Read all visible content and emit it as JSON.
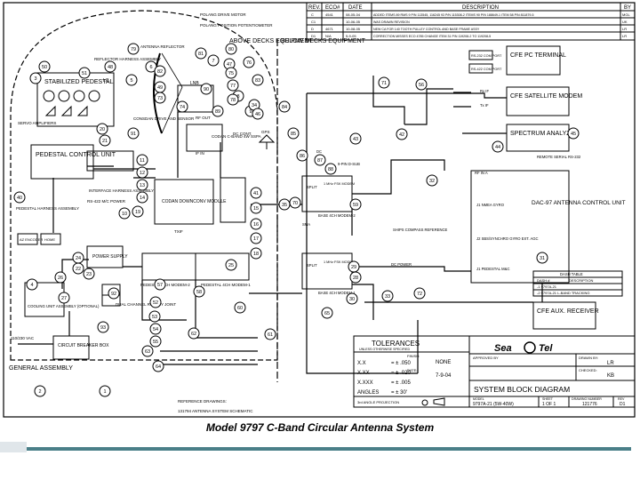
{
  "revisions": {
    "headers": [
      "REV.",
      "ECO#",
      "DATE",
      "DESCRIPTION",
      "BY"
    ],
    "rows": [
      {
        "rev": "C",
        "eco": "4541",
        "date": "08-05-04",
        "desc": "ADDED ITEMS 89 RMS 9 P/N 113545, 116245 93 P/N 115308-2 ITEMS 90 P/N 188649-1 ITEM 58 P/N 811879-5",
        "by": "MGL"
      },
      {
        "rev": "C1",
        "eco": "",
        "date": "10-06-05",
        "desc": "WAS DRAWN REVISION",
        "by": "UK"
      },
      {
        "rev": "D",
        "eco": "4671",
        "date": "10-08-05",
        "desc": "NEW CA FOR 140 TOOTH PULLEY CONTROL AND BASE FRAME ASSY",
        "by": "LR"
      },
      {
        "rev": "D1",
        "eco": "N/A",
        "date": "5-9-05",
        "desc": "CORRECTION MISSES ECO 4785 CHANGE ITEM 31 P/N 119208-2 TO 119208-5",
        "by": "LR"
      }
    ]
  },
  "zones": {
    "above": "ABOVE DECKS EQUIPMENT",
    "below": "BELOW DECKS EQUIPMENT",
    "general": "GENERAL ASSEMBLY"
  },
  "blocks": {
    "pedestal": "STABILIZED PEDESTAL",
    "pcu": "PEDESTAL CONTROL UNIT",
    "pc": "CFE PC TERMINAL",
    "modem": "CFE SATELLITE MODEM",
    "spectrum": "SPECTRUM ANALYZER",
    "acu": "DAC-97 ANTENNA CONTROL UNIT",
    "receiver": "CFE AUX. RECEIVER",
    "power": "POWER SUPPLY",
    "cooling": "COOLING UNIT ASSEMBLY (OPTIONAL)",
    "breaker": "CIRCUIT BREAKER BOX",
    "odu": "CODAN DOWNCONV MODULE",
    "rotary": "DUAL CHANNEL ROTARY JOINT",
    "base_modem_2": "BASE 4CH MODEM-2",
    "base_modem_1": "BASE 4CH MODEM-1",
    "ped_modem_2": "PEDESTAL 4CH MODEM-2",
    "ped_modem_1": "PEDESTAL 4CH MODEM-1"
  },
  "labels": {
    "polang_motor": "POLANG DRIVE MOTOR",
    "polang_pot": "POLANG POSITION POTENTIOMETER",
    "reflector": "ANTENNA REFLECTOR",
    "harness": "REFLECTOR HARNESS ASSEMBLY",
    "servo": "SERVO AMPLIFIERS",
    "lnb": "LNB",
    "lc": "LC",
    "ped_harness": "PEDESTAL HARNESS ASSEMBLY",
    "az": "AZ ENCODER",
    "home": "HOME",
    "rs422_ped": "RS-422 M/C POWER",
    "interface": "INTERFACE HARNESS ASSEMBLY",
    "codan_drive": "CONSDAN DRIVE AND SENSOR",
    "codan_4w": "CODAN C-BAND 4W SSPA",
    "ifin": "IF IN",
    "txout": "TXIF",
    "rfout": "RF OUT",
    "dc_cont": "DC CONT.",
    "gps": "GPS",
    "dc": "DC",
    "sma": "SMA",
    "split": "SPLIT",
    "fsk": "1 MHz FSK MODEM",
    "dc_power": "DC POWER",
    "ships_compass": "SHIPS COMPASS REFERENCE",
    "nmea": "J1 NMEA GYRO",
    "syncro": "J2 SBS/SYNCHRO GYRO EXT. AGC",
    "ped_m_c": "J1 PEDESTAL M&C",
    "rfin": "RF IN A",
    "remote": "REMOTE SERIAL RS-232",
    "rs232": "RS-232 COM PORT",
    "rs422": "RS-422 COM PORT",
    "ac_in": "110/230 VAC",
    "dash_table_title": "DASH TABLE",
    "dash_no": "DASH #",
    "desc": "DESCRIPTION",
    "dash_1": "-1  9797A-21",
    "dash_2": "-2  9797A-21  L-BAND TRACKING",
    "ref_drawings": "REFERENCE DRAWINGS:",
    "ref_1": "131794   ANTENNA SYSTEM SCHEMATIC",
    "rx_if": "Rx IF",
    "tx_if": "Tx IF",
    "pin9": "9-PIN D-SUB"
  },
  "tolerances": {
    "title": "TOLERANCES",
    "sub": "UNLESS OTHERWISE SPECIFIED",
    "rows": [
      {
        "k": "X.X",
        "v": "= ± .050"
      },
      {
        "k": "X.XX",
        "v": "= ± .020"
      },
      {
        "k": "X.XXX",
        "v": "= ± .005"
      },
      {
        "k": "ANGLES",
        "v": "= ± 30'"
      }
    ],
    "projection": "3rd ANGLE PROJECTION"
  },
  "title_block": {
    "finish_label": "FINISH:",
    "finish": "NONE",
    "date_label": "DATE:",
    "date": "7-9-04",
    "approved": "APPROVED BY",
    "drawn": "DRAWN BY:",
    "drawn_val": "LR",
    "checked": "CHECKED:",
    "checked_val": "KB",
    "title": "SYSTEM BLOCK DIAGRAM",
    "model_label": "MODEL",
    "model": "9797A-21 (5W-40W)",
    "sheet_label": "SHEET",
    "sheet": "1 OF 1",
    "dwg_label": "DRAWING NUMBER",
    "dwg": "121776",
    "rev_label": "REV",
    "rev": "D1",
    "brand_1": "Sea",
    "brand_2": "Tel"
  },
  "callouts": [
    "1",
    "2",
    "3",
    "4",
    "5",
    "6",
    "7",
    "8",
    "9",
    "10",
    "11",
    "12",
    "13",
    "14",
    "15",
    "16",
    "17",
    "18",
    "19",
    "20",
    "21",
    "22",
    "23",
    "24",
    "25",
    "26",
    "27",
    "28",
    "29",
    "30",
    "31",
    "32",
    "33",
    "34",
    "35",
    "40",
    "41",
    "42",
    "43",
    "44",
    "45",
    "46",
    "47",
    "48",
    "49",
    "50",
    "51",
    "52",
    "53",
    "54",
    "55",
    "56",
    "57",
    "58",
    "59",
    "60",
    "61",
    "62",
    "63",
    "64",
    "65",
    "70",
    "71",
    "72",
    "73",
    "74",
    "75",
    "76",
    "77",
    "78",
    "79",
    "80",
    "81",
    "82",
    "83",
    "84",
    "85",
    "86",
    "87",
    "88",
    "89",
    "90",
    "91",
    "92",
    "93"
  ],
  "caption": "Model 9797 C-Band Circular Antenna System",
  "colors": {
    "footer": "#4a7f88",
    "accent": "#e0e6ea"
  }
}
